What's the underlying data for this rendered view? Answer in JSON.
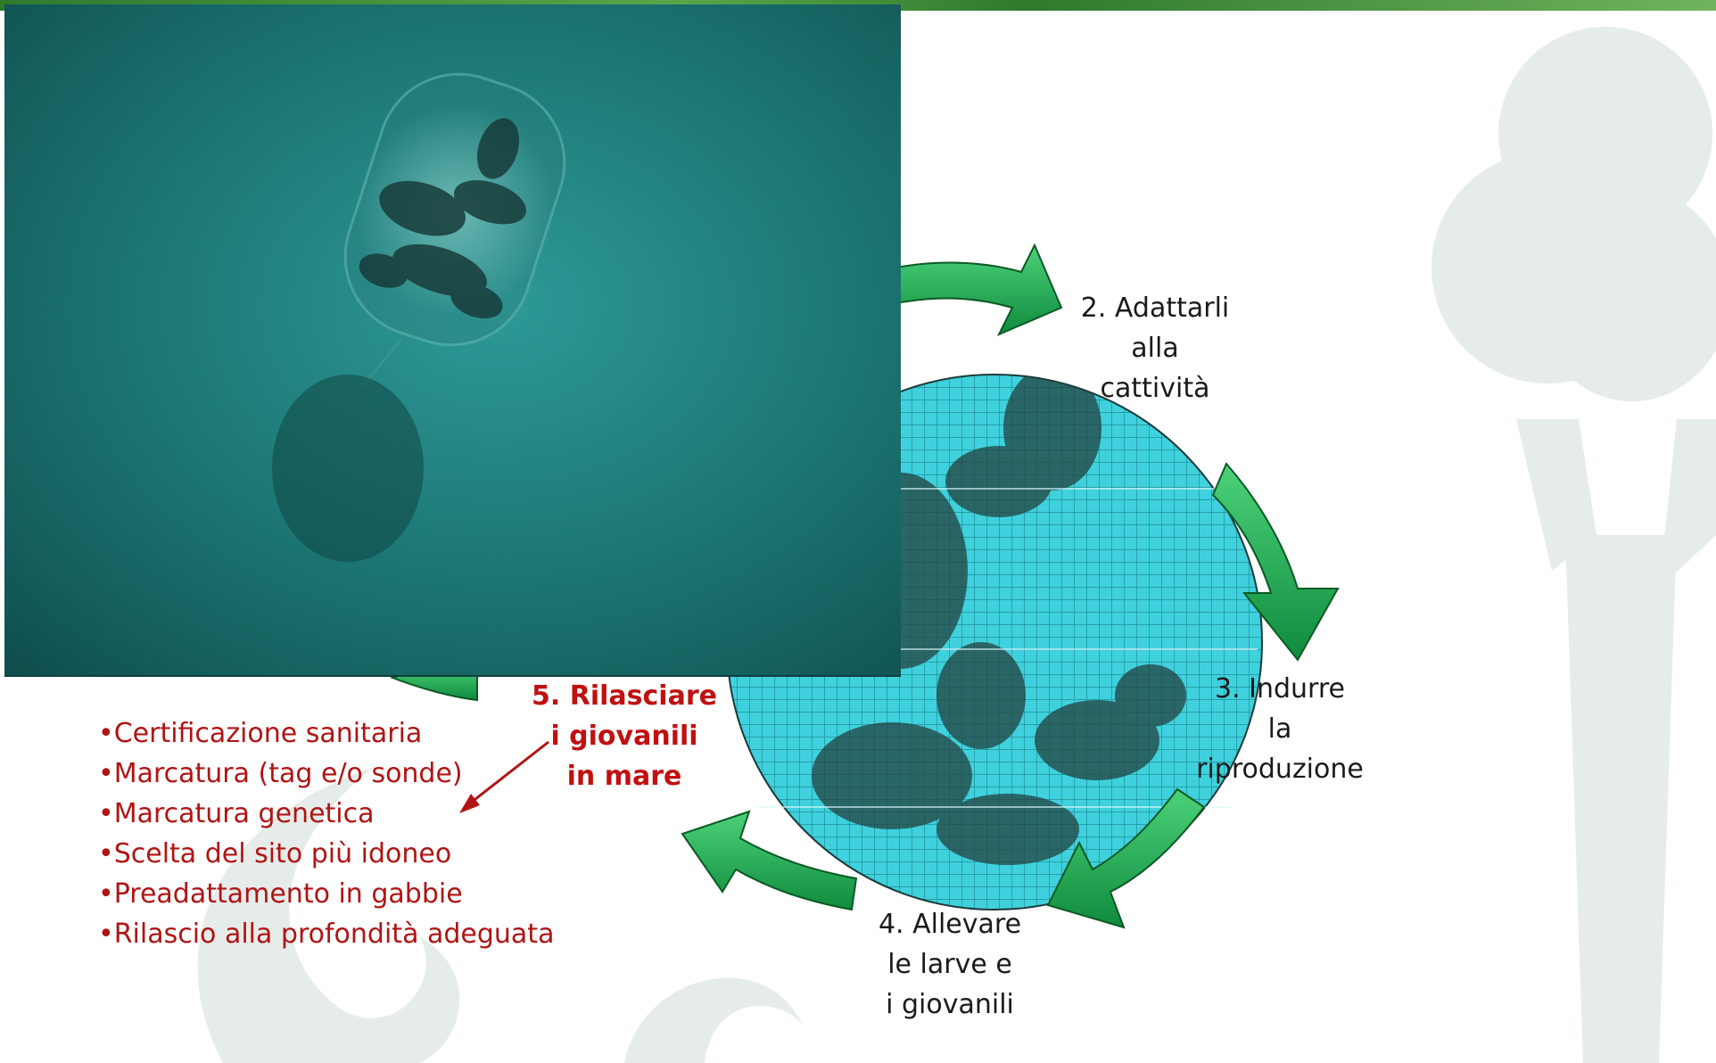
{
  "diagram": {
    "step2": [
      "2. Adattarli",
      "alla",
      "cattività"
    ],
    "step3": [
      "3. Indurre",
      "la",
      "riproduzione"
    ],
    "step4": [
      "4. Allevare",
      "le larve e",
      "i giovanili"
    ],
    "step5": [
      "5.  Rilasciare",
      "i giovanili",
      "in mare"
    ],
    "list": [
      "Certificazione sanitaria",
      "Marcatura  (tag e/o sonde)",
      "Marcatura genetica",
      "Scelta del sito più idoneo",
      "Preadattamento in gabbie",
      "Rilascio alla profondità adeguata"
    ]
  },
  "colors": {
    "arrow_fill": "#16a34a",
    "step5_text": "#c01010",
    "list_text": "#b01414",
    "water": "#1e7b78"
  }
}
